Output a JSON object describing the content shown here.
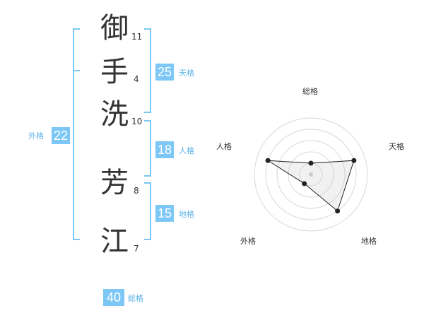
{
  "name": {
    "chars": [
      {
        "char": "御",
        "strokes": "11"
      },
      {
        "char": "手",
        "strokes": "4"
      },
      {
        "char": "洗",
        "strokes": "10"
      },
      {
        "char": "芳",
        "strokes": "8"
      },
      {
        "char": "江",
        "strokes": "7"
      }
    ]
  },
  "kaku": {
    "tenkaku": {
      "value": "25",
      "label": "天格"
    },
    "jinkaku": {
      "value": "18",
      "label": "人格"
    },
    "chikaku": {
      "value": "15",
      "label": "地格"
    },
    "gaikaku": {
      "value": "22",
      "label": "外格"
    },
    "soukaku": {
      "value": "40",
      "label": "総格"
    }
  },
  "colors": {
    "accent": "#7cc7f5",
    "label": "#5bb2ea",
    "text": "#333333"
  },
  "chart_data": {
    "type": "radar",
    "axes": [
      "総格",
      "天格",
      "地格",
      "外格",
      "人格"
    ],
    "values": [
      1,
      4,
      4,
      1,
      4
    ],
    "max": 5,
    "rings": 5
  }
}
